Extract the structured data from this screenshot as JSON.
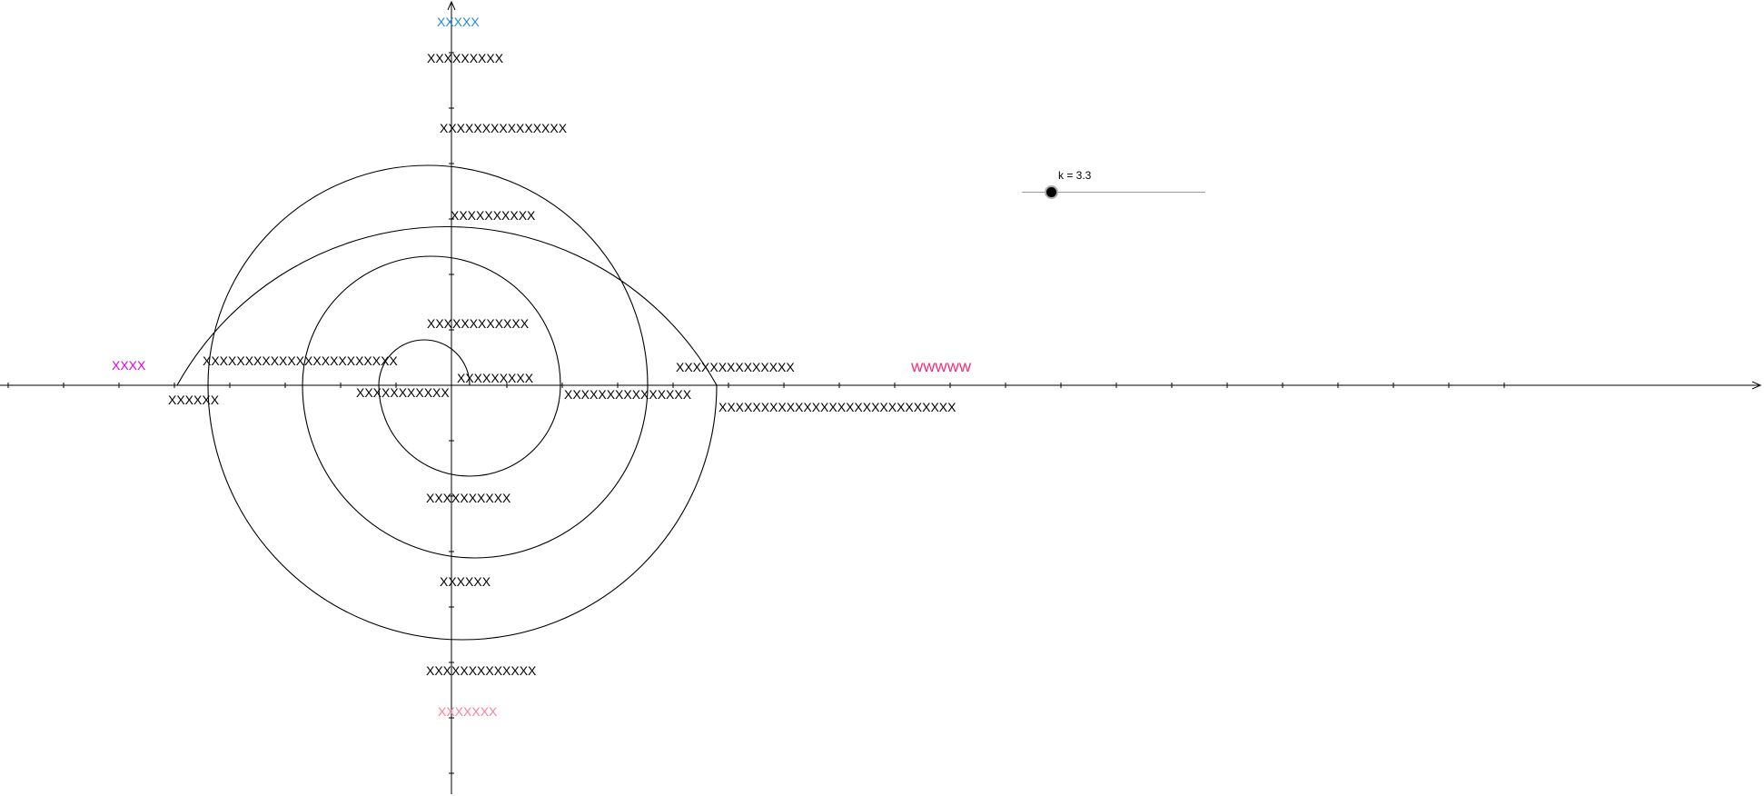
{
  "slider": {
    "name": "k",
    "value": 3.3,
    "caption": "k = 3.3",
    "min": 0,
    "max": 20
  },
  "axes": {
    "x_label_blue": "XXXXX",
    "left_magenta_label": "XXXX",
    "right_pink_label": "WWWWW",
    "bottom_pink_label": "XXXXXXX"
  },
  "labels": [
    "XXXXXXXXX",
    "XXXXXXXXXXXXXXX",
    "XXXXXXXXXX",
    "XXXXXXXXXXXX",
    "XXXXXXXXXXXXXXXXXXXXXXX",
    "XXXXXXXXXXXXXX",
    "XXXXXX",
    "XXXXXXXXX",
    "XXXXXXXXXXX",
    "XXXXXXXXXXXXXXX",
    "XXXXXXXXXXXXXXXXXXXXXXXXXXXX",
    "XXXXXXXXXX",
    "XXXXXX",
    "XXXXXXXXXXXXX"
  ],
  "colors": {
    "blue": "#1e88e5",
    "magenta": "#e600e6",
    "pink": "#ff1a66",
    "light_pink": "#ff8099",
    "axis": "#000000",
    "curve": "#000000"
  }
}
